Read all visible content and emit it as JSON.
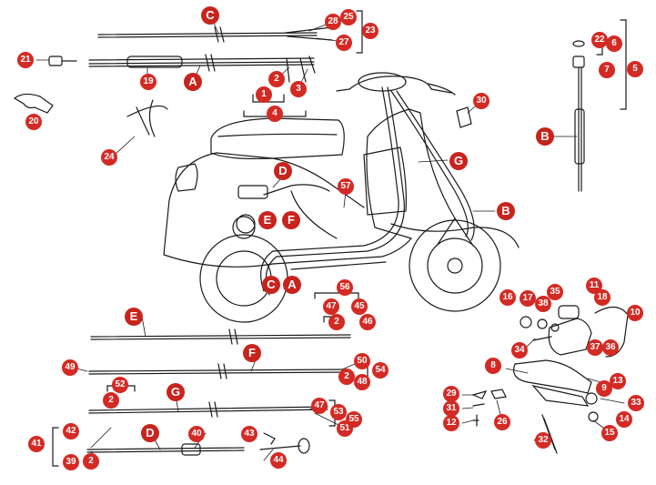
{
  "accent_color": "#d42a24",
  "line_color": "#1a1a1a",
  "callouts": {
    "c1": "1",
    "c2": "2",
    "c3": "3",
    "c4": "4",
    "c5": "5",
    "c6": "6",
    "c7": "7",
    "c8": "8",
    "c9": "9",
    "c10": "10",
    "c11": "11",
    "c12": "12",
    "c13": "13",
    "c14": "14",
    "c15": "15",
    "c16": "16",
    "c17": "17",
    "c18": "18",
    "c19": "19",
    "c20": "20",
    "c21": "21",
    "c22": "22",
    "c23": "23",
    "c24": "24",
    "c25": "25",
    "c26": "26",
    "c27": "27",
    "c28": "28",
    "c29": "29",
    "c30": "30",
    "c31": "31",
    "c32": "32",
    "c33": "33",
    "c34": "34",
    "c35": "35",
    "c36": "36",
    "c37": "37",
    "c38": "38",
    "c39": "39",
    "c40": "40",
    "c41": "41",
    "c42": "42",
    "c43": "43",
    "c44": "44",
    "c45": "45",
    "c46": "46",
    "c47": "47",
    "c48": "48",
    "c49": "49",
    "c50": "50",
    "c51": "51",
    "c52": "52",
    "c53": "53",
    "c54": "54",
    "c55": "55",
    "c56": "56",
    "c57": "57",
    "A": "A",
    "B": "B",
    "C": "C",
    "D": "D",
    "E": "E",
    "F": "F",
    "G": "G"
  }
}
